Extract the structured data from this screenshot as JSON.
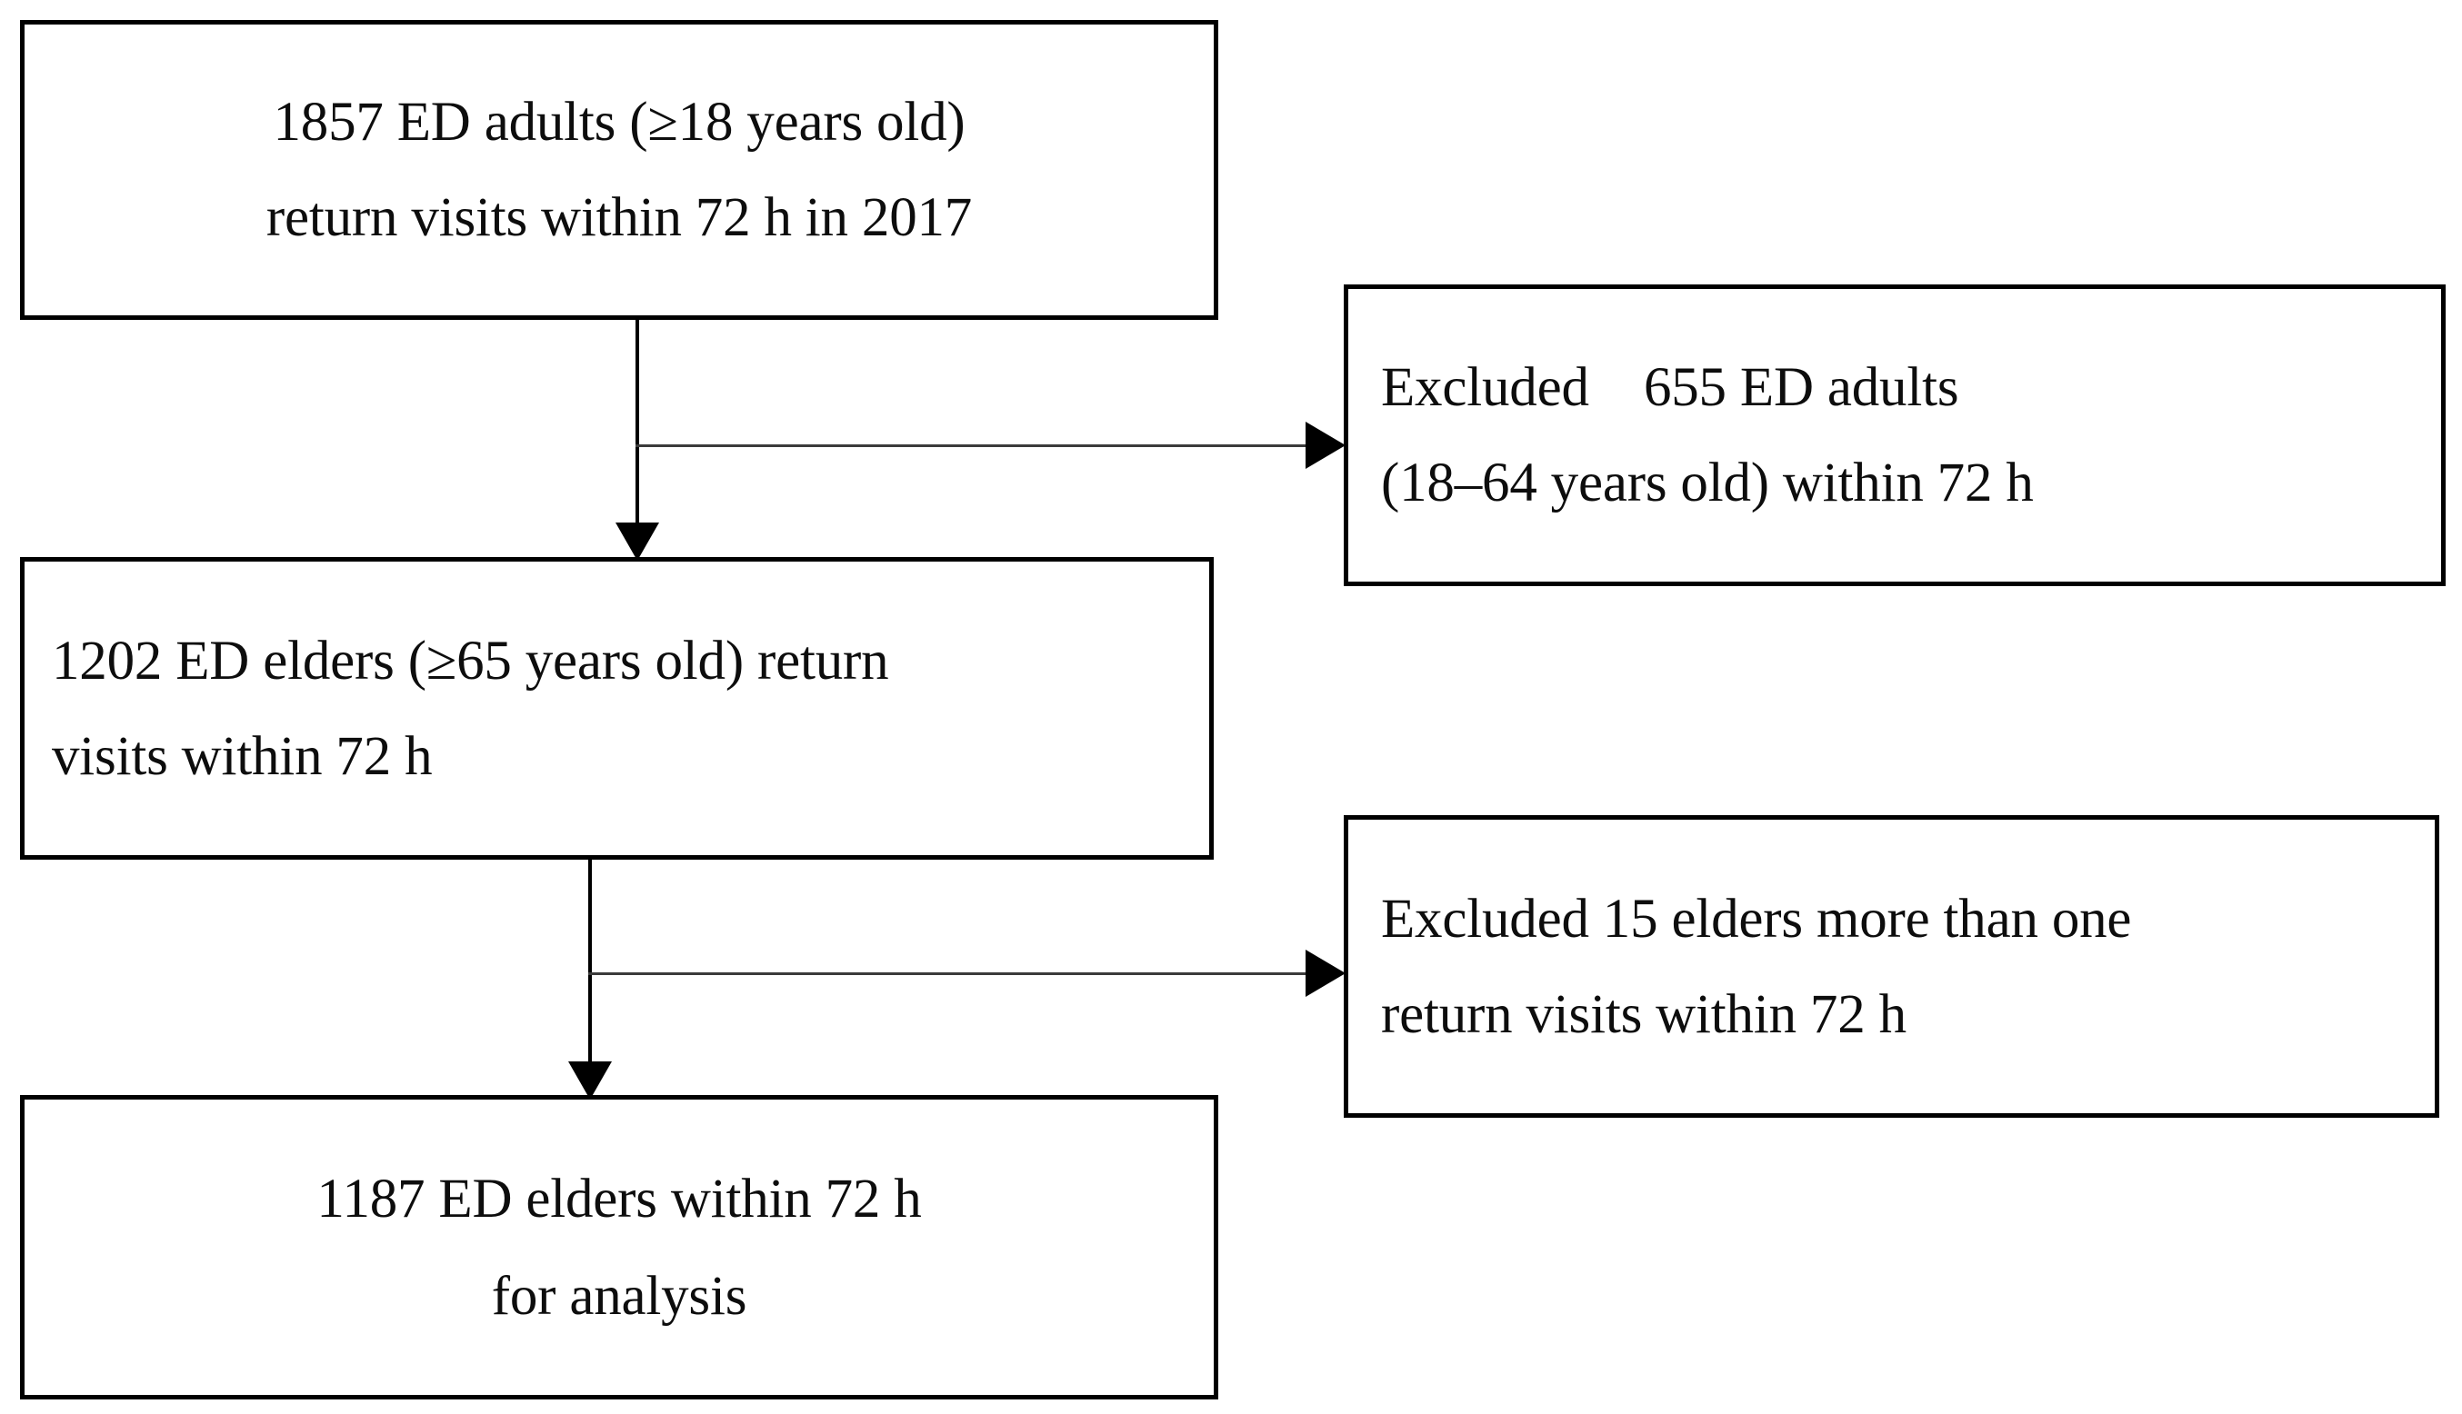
{
  "diagram": {
    "type": "flowchart",
    "title": "ED elder return visit study participant flow",
    "orientation": "top-to-bottom with right-side exclusion branches",
    "colors": {
      "box_border": "#000000",
      "box_fill": "#ffffff",
      "text": "#0d0d0d",
      "connector": "#000000",
      "branch_line": "#3b3b3b"
    },
    "nodes": {
      "source": {
        "id": "source",
        "line1": "1857 ED adults (≥18 years old)",
        "line2": "return visits within 72 h in 2017",
        "count": 1857,
        "align": "center"
      },
      "elders": {
        "id": "elders",
        "line1": "1202 ED elders (≥65 years old) return",
        "line2": "visits within 72 h",
        "count": 1202,
        "align": "left"
      },
      "analysis": {
        "id": "analysis",
        "line1": "1187 ED elders within 72 h",
        "line2": "for analysis",
        "count": 1187,
        "align": "center"
      },
      "excluded_adults": {
        "id": "excluded-adults",
        "line1": "Excluded    655 ED adults",
        "line2": "(18–64 years old) within 72 h",
        "count": 655,
        "align": "left"
      },
      "excluded_elders": {
        "id": "excluded-elders",
        "line1": "Excluded 15 elders more than one",
        "line2": "return visits within 72 h",
        "count": 15,
        "align": "left"
      }
    },
    "edges": [
      {
        "from": "source",
        "to": "elders",
        "kind": "arrow-down"
      },
      {
        "from": "source",
        "to": "excluded_adults",
        "kind": "arrow-right"
      },
      {
        "from": "elders",
        "to": "analysis",
        "kind": "arrow-down"
      },
      {
        "from": "elders",
        "to": "excluded_elders",
        "kind": "arrow-right"
      }
    ]
  }
}
